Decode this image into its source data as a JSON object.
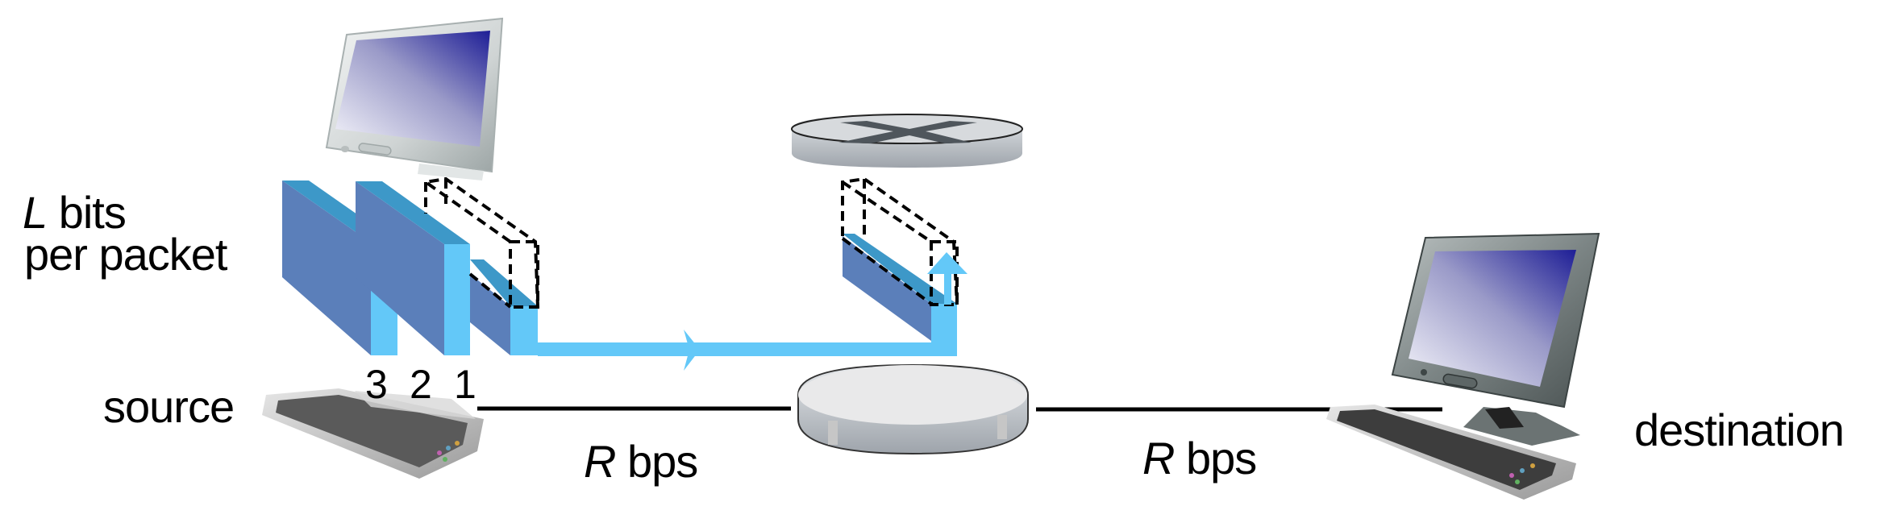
{
  "labels": {
    "packet_size": {
      "var": "L",
      "line1_rest": " bits",
      "line2": "per packet"
    },
    "source": "source",
    "destination": "destination",
    "link_left": {
      "var": "R",
      "rest": " bps"
    },
    "link_right": {
      "var": "R",
      "rest": " bps"
    },
    "packet_numbers": [
      "3",
      "2",
      "1"
    ]
  },
  "nodes": {
    "source_host": "source host (monitor + keyboard)",
    "router": "router",
    "destination_host": "destination host (monitor + keyboard)"
  },
  "colors": {
    "packet_side": "#5B7FBA",
    "packet_top": "#3D98C8",
    "packet_front": "#63C8F8",
    "arrow": "#63C8F8",
    "link": "#000000",
    "screen_dark": "#1E1E96",
    "screen_light": "#F4F4FA"
  }
}
